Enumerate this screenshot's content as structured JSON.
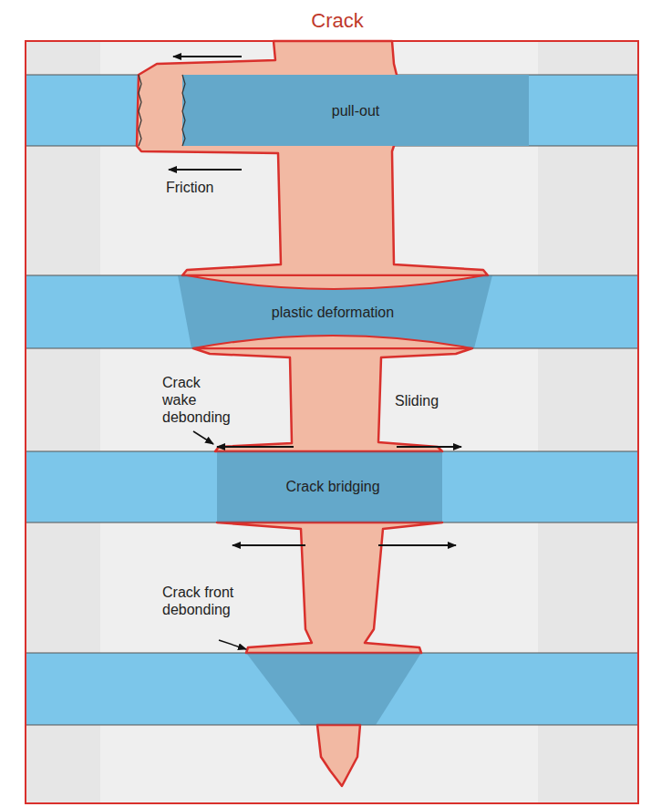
{
  "diagram": {
    "title": "Crack",
    "labels": [
      "pull-out",
      "Friction",
      "plastic deformation",
      "Crack wake debonding",
      "Sliding",
      "Crack bridging",
      "Crack front debonding"
    ]
  }
}
